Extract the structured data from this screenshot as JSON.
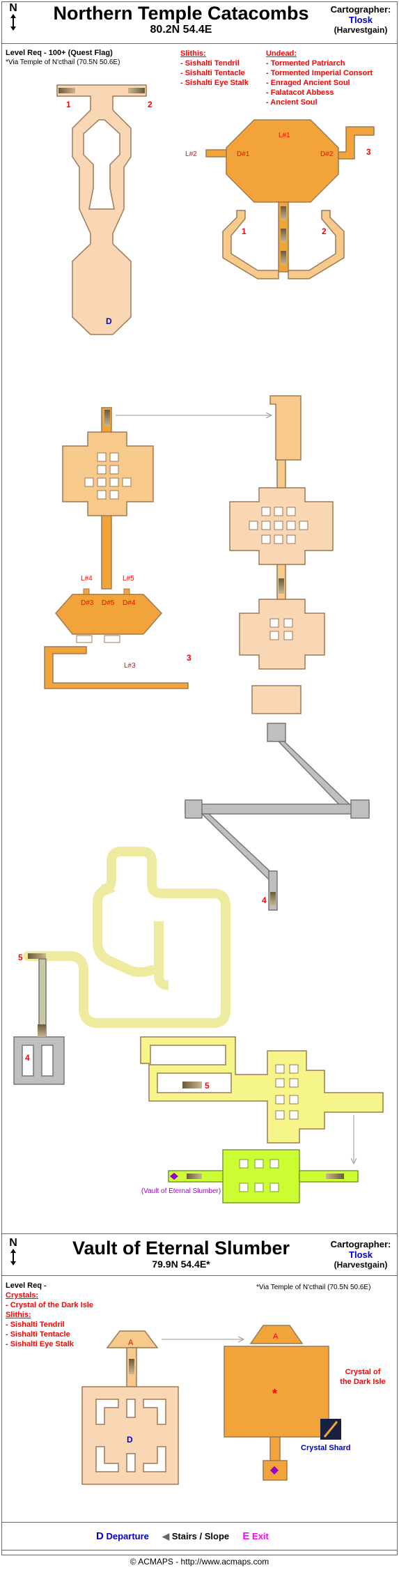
{
  "map1": {
    "north_label": "N",
    "title": "Northern Temple Catacombs",
    "coords": "80.2N 54.4E",
    "cartographer_label": "Cartographer:",
    "cartographer_name": "Tlosk",
    "cartographer_alias": "(Harvestgain)",
    "level_req": "Level Req - 100+ (Quest Flag)",
    "via": "*Via Temple of N'cthail (70.5N 50.6E)",
    "slithis_header": "Slithis:",
    "slithis": [
      "- Sishalti Tendril",
      "- Sishalti Tentacle",
      "- Sishalti Eye Stalk"
    ],
    "undead_header": "Undead:",
    "undead": [
      "- Tormented Patriarch",
      "- Tormented Imperial Consort",
      "- Enraged Ancient Soul",
      "- Falatacot Abbess",
      "- Ancient Soul"
    ],
    "labels": {
      "n1": "1",
      "n2": "2",
      "n3": "3",
      "n4": "4",
      "n5": "5",
      "d": "D",
      "l1": "L#1",
      "l2": "L#2",
      "l3": "L#3",
      "l4": "L#4",
      "l5": "L#5",
      "d1": "D#1",
      "d2": "D#2",
      "d3": "D#3",
      "d4": "D#4",
      "d5": "D#5",
      "exit_label": "(Vault of Eternal Slumber)"
    }
  },
  "map2": {
    "north_label": "N",
    "title": "Vault of Eternal Slumber",
    "coords": "79.9N 54.4E*",
    "cartographer_label": "Cartographer:",
    "cartographer_name": "Tlosk",
    "cartographer_alias": "(Harvestgain)",
    "level_req": "Level Req -",
    "via": "*Via Temple of N'cthail (70.5N 50.6E)",
    "crystals_header": "Crystals:",
    "crystals": [
      "- Crystal of the Dark Isle"
    ],
    "slithis_header": "Slithis:",
    "slithis": [
      "- Sishalti Tendril",
      "- Sishalti Tentacle",
      "- Sishalti Eye Stalk"
    ],
    "labels": {
      "a": "A",
      "d": "D",
      "star": "*",
      "crystal_line1": "Crystal of",
      "crystal_line2": "the Dark Isle",
      "crystal_shard": "Crystal Shard"
    }
  },
  "legend": {
    "departure_symbol": "D",
    "departure_label": "Departure",
    "stairs_label": "Stairs / Slope",
    "exit_symbol": "E",
    "exit_label": "Exit"
  },
  "footer": "© ACMAPS - http://www.acmaps.com",
  "colors": {
    "peach": "#f9d7b4",
    "orange": "#f2a43a",
    "light_orange": "#f7c98a",
    "gray": "#bfbfbf",
    "khaki": "#eeeba0",
    "yellow": "#f6f58a",
    "lime": "#ccff33",
    "red": "#ff0000",
    "blue": "#0000cc",
    "purple": "#9900cc"
  }
}
